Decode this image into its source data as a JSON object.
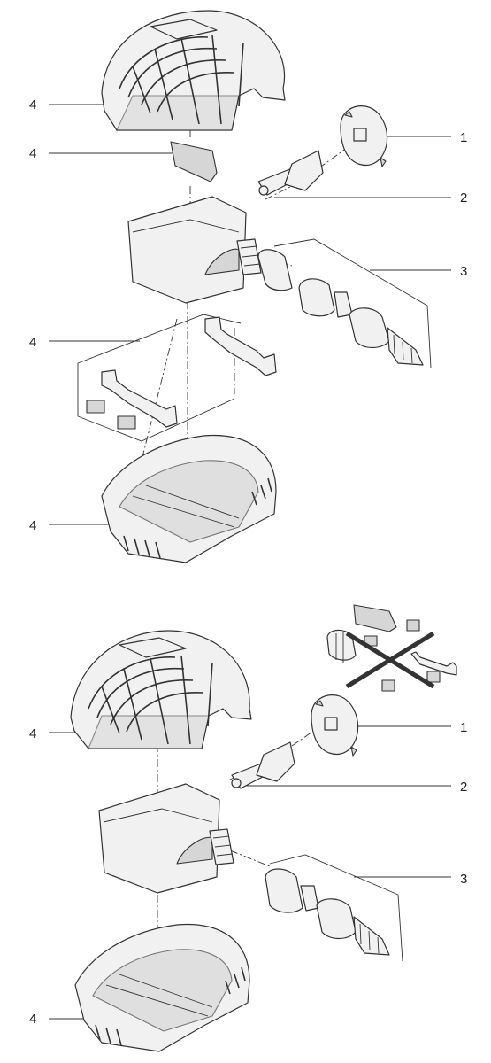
{
  "diagram": {
    "upper": {
      "callouts": [
        {
          "id": "u4a",
          "text": "4"
        },
        {
          "id": "u4b",
          "text": "4"
        },
        {
          "id": "u1",
          "text": "1"
        },
        {
          "id": "u2",
          "text": "2"
        },
        {
          "id": "u3",
          "text": "3"
        },
        {
          "id": "u4c",
          "text": "4"
        },
        {
          "id": "u4d",
          "text": "4"
        }
      ]
    },
    "lower": {
      "callouts": [
        {
          "id": "l4a",
          "text": "4"
        },
        {
          "id": "l1",
          "text": "1"
        },
        {
          "id": "l2",
          "text": "2"
        },
        {
          "id": "l3",
          "text": "3"
        },
        {
          "id": "l4b",
          "text": "4"
        }
      ]
    }
  }
}
